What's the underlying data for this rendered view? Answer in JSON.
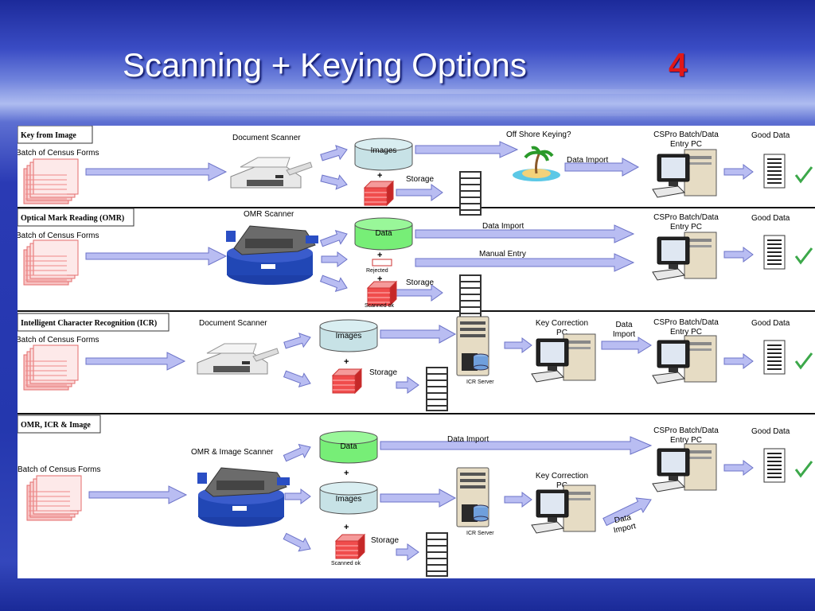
{
  "slide": {
    "title": "Scanning + Keying Options",
    "number": "4"
  },
  "colors": {
    "arrow_fill": "#b9bdf2",
    "arrow_stroke": "#6c73c8",
    "images_db": "#c7e2e6",
    "data_db": "#77ee77",
    "check": "#3ca84a",
    "title_number": "#e01818"
  },
  "sections": [
    {
      "title": "Key from Image",
      "batch": "Batch of Census Forms",
      "scanner": "Document Scanner",
      "images": "Images",
      "plus": "+",
      "storage": "Storage",
      "offshore": "Off Shore Keying?",
      "data_import": "Data Import",
      "cspro": [
        "CSPro Batch/Data",
        "Entry PC"
      ],
      "good": "Good Data"
    },
    {
      "title": "Optical Mark Reading (OMR)",
      "batch": "Batch of Census Forms",
      "scanner": "OMR Scanner",
      "data": "Data",
      "plus": "+",
      "rejected": "Rejected",
      "scanned_ok": "Scanned ok",
      "storage": "Storage",
      "data_import": "Data Import",
      "manual_entry": "Manual Entry",
      "cspro": [
        "CSPro Batch/Data",
        "Entry PC"
      ],
      "good": "Good Data"
    },
    {
      "title": "Intelligent Character Recognition (ICR)",
      "batch": "Batch of Census Forms",
      "scanner": "Document Scanner",
      "images": "Images",
      "plus": "+",
      "storage": "Storage",
      "icr_server": "ICR Server",
      "key_correction": [
        "Key Correction",
        "PC"
      ],
      "data_import": [
        "Data",
        "Import"
      ],
      "cspro": [
        "CSPro Batch/Data",
        "Entry PC"
      ],
      "good": "Good Data"
    },
    {
      "title": "OMR, ICR & Image",
      "batch": "Batch of Census Forms",
      "scanner": "OMR & Image Scanner",
      "data": "Data",
      "images": "Images",
      "plus": "+",
      "storage": "Storage",
      "scanned_ok": "Scanned ok",
      "icr_server": "ICR Server",
      "key_correction": [
        "Key Correction",
        "PC"
      ],
      "data_import_top": "Data Import",
      "data_import": [
        "Data",
        "Import"
      ],
      "cspro": [
        "CSPro Batch/Data",
        "Entry PC"
      ],
      "good": "Good Data"
    }
  ]
}
